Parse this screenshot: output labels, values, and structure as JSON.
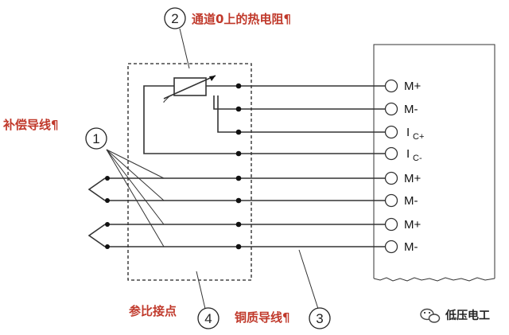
{
  "labels": {
    "rtd_channel0": "通道0上的热电阻¶",
    "compensation_wire": "补偿导线¶",
    "reference_junction": "参比接点",
    "copper_wire": "铜质导线¶"
  },
  "markers": [
    "1",
    "2",
    "3",
    "4"
  ],
  "terminals": [
    {
      "label": "M+",
      "sub": ""
    },
    {
      "label": "M-",
      "sub": ""
    },
    {
      "label": "I",
      "sub": "C+"
    },
    {
      "label": "I",
      "sub": "C-"
    },
    {
      "label": "M+",
      "sub": ""
    },
    {
      "label": "M-",
      "sub": ""
    },
    {
      "label": "M+",
      "sub": ""
    },
    {
      "label": "M-",
      "sub": ""
    }
  ],
  "logo": {
    "text": "低压电工",
    "icon": "wechat-icon"
  }
}
